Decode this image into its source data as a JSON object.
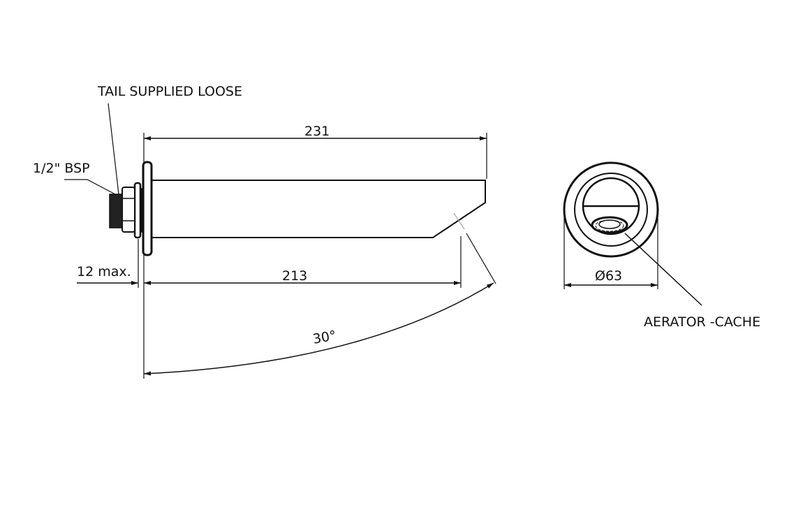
{
  "labels": {
    "tail": "TAIL SUPPLIED LOOSE",
    "bsp": "1/2\" BSP",
    "max12": "12 max.",
    "dim231": "231",
    "dim213": "213",
    "angle": "30°",
    "diameter": "Ø63",
    "aerator": "AERATOR -CACHE"
  }
}
